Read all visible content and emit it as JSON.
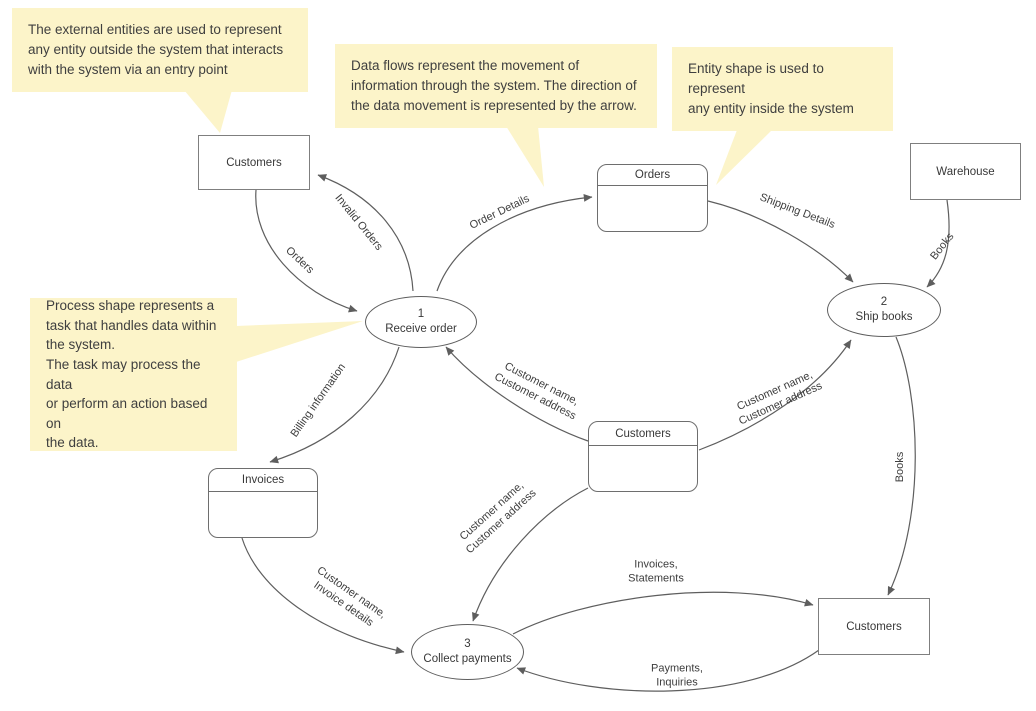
{
  "colors": {
    "callout_bg": "#fcf4c9",
    "line": "#5e5e5e",
    "shape_border": "#7f7f7f",
    "text": "#3c3c3c",
    "background": "#ffffff"
  },
  "callouts": [
    {
      "id": "external-entities-note",
      "text": "The external entities are used to represent\nany entity outside the system that interacts\nwith the system via an entry point"
    },
    {
      "id": "data-flows-note",
      "text": "Data flows represent the movement of\ninformation through the system. The direction of\nthe data movement is represented by the arrow."
    },
    {
      "id": "entity-shape-note",
      "text": "Entity shape is used to represent\nany entity inside the system"
    },
    {
      "id": "process-shape-note",
      "text": "Process shape represents a\ntask that handles data within\nthe system.\nThe task may process the data\nor perform an action based on\n the data."
    }
  ],
  "external_entities": [
    {
      "id": "customers-top-left",
      "label": "Customers"
    },
    {
      "id": "warehouse",
      "label": "Warehouse"
    },
    {
      "id": "customers-bottom-right",
      "label": "Customers"
    }
  ],
  "entities": [
    {
      "id": "orders",
      "label": "Orders"
    },
    {
      "id": "customers-middle",
      "label": "Customers"
    },
    {
      "id": "invoices",
      "label": "Invoices"
    }
  ],
  "processes": [
    {
      "id": "receive-order",
      "number": "1",
      "label": "Receive order"
    },
    {
      "id": "ship-books",
      "number": "2",
      "label": "Ship books"
    },
    {
      "id": "collect-payments",
      "number": "3",
      "label": "Collect payments"
    }
  ],
  "flows": [
    {
      "id": "orders-flow",
      "label": "Orders",
      "from": "customers-top-left",
      "to": "receive-order"
    },
    {
      "id": "invalid-orders",
      "label": "Invalid Orders",
      "from": "receive-order",
      "to": "customers-top-left"
    },
    {
      "id": "order-details",
      "label": "Order Details",
      "from": "receive-order",
      "to": "orders"
    },
    {
      "id": "shipping-details",
      "label": "Shipping Details",
      "from": "orders",
      "to": "ship-books"
    },
    {
      "id": "books-from-warehouse",
      "label": "Books",
      "from": "warehouse",
      "to": "ship-books"
    },
    {
      "id": "customer-name-address-to-receive",
      "label": "Customer name,\nCustomer address",
      "from": "customers-middle",
      "to": "receive-order"
    },
    {
      "id": "customer-name-address-to-ship",
      "label": "Customer name,\nCustomer address",
      "from": "customers-middle",
      "to": "ship-books"
    },
    {
      "id": "books-to-customers",
      "label": "Books",
      "from": "ship-books",
      "to": "customers-bottom-right"
    },
    {
      "id": "billing-information",
      "label": "Billing information",
      "from": "receive-order",
      "to": "invoices"
    },
    {
      "id": "customer-name-invoice-details",
      "label": "Customer name,\nInvoice details",
      "from": "invoices",
      "to": "collect-payments"
    },
    {
      "id": "customer-name-address-to-collect",
      "label": "Customer name,\nCustomer address",
      "from": "customers-middle",
      "to": "collect-payments"
    },
    {
      "id": "invoices-statements",
      "label": "Invoices,\nStatements",
      "from": "collect-payments",
      "to": "customers-bottom-right"
    },
    {
      "id": "payments-inquiries",
      "label": "Payments,\nInquiries",
      "from": "customers-bottom-right",
      "to": "collect-payments"
    }
  ]
}
